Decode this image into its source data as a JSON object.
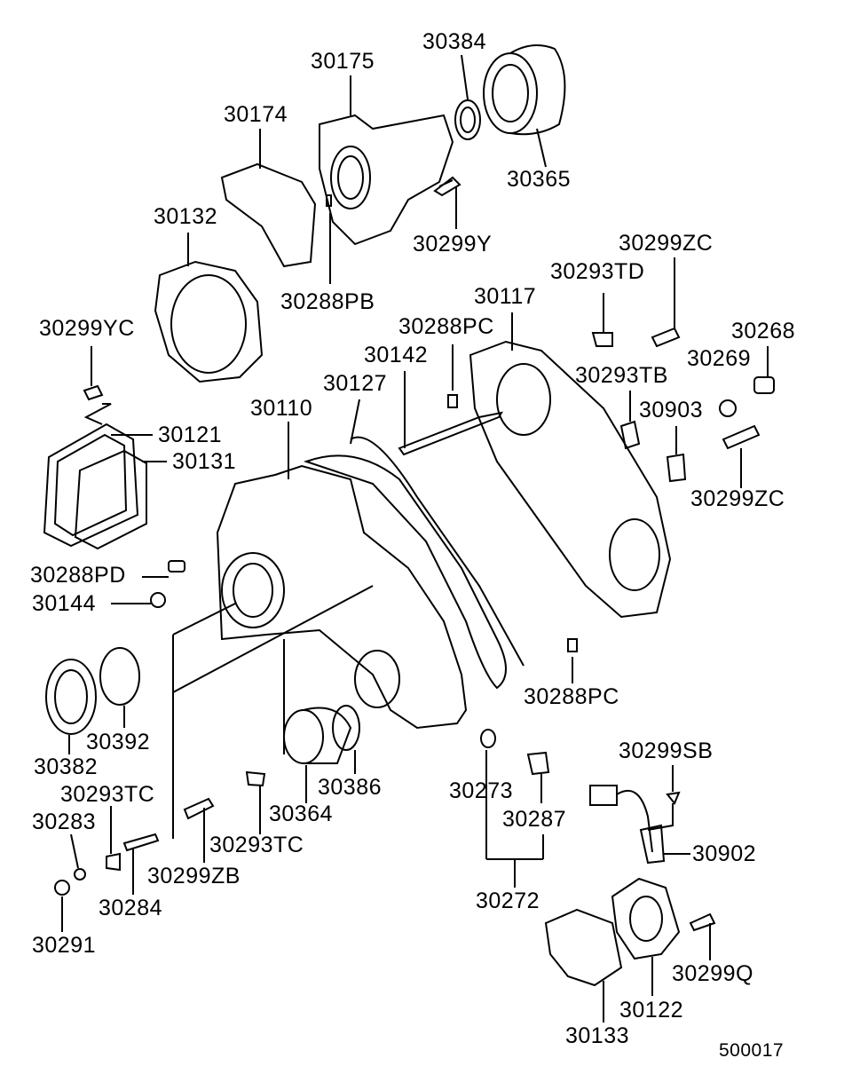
{
  "diagram": {
    "labels": [
      {
        "text": "30384"
      },
      {
        "text": "30175"
      },
      {
        "text": "30174"
      },
      {
        "text": "30365"
      },
      {
        "text": "30132"
      },
      {
        "text": "30299Y"
      },
      {
        "text": "30299ZC"
      },
      {
        "text": "30293TD"
      },
      {
        "text": "30288PB"
      },
      {
        "text": "30117"
      },
      {
        "text": "30299YC"
      },
      {
        "text": "30288PC"
      },
      {
        "text": "30268"
      },
      {
        "text": "30142"
      },
      {
        "text": "30269"
      },
      {
        "text": "30127"
      },
      {
        "text": "30293TB"
      },
      {
        "text": "30110"
      },
      {
        "text": "30903"
      },
      {
        "text": "30121"
      },
      {
        "text": "30131"
      },
      {
        "text": "30299ZC"
      },
      {
        "text": "30288PD"
      },
      {
        "text": "30144"
      },
      {
        "text": "30288PC"
      },
      {
        "text": "30392"
      },
      {
        "text": "30299SB"
      },
      {
        "text": "30382"
      },
      {
        "text": "30273"
      },
      {
        "text": "30386"
      },
      {
        "text": "30293TC"
      },
      {
        "text": "30364"
      },
      {
        "text": "30287"
      },
      {
        "text": "30283"
      },
      {
        "text": "30293TC"
      },
      {
        "text": "30902"
      },
      {
        "text": "30299ZB"
      },
      {
        "text": "30272"
      },
      {
        "text": "30284"
      },
      {
        "text": "30291"
      },
      {
        "text": "30299Q"
      },
      {
        "text": "30122"
      },
      {
        "text": "30133"
      }
    ],
    "reference_number": "500017"
  }
}
